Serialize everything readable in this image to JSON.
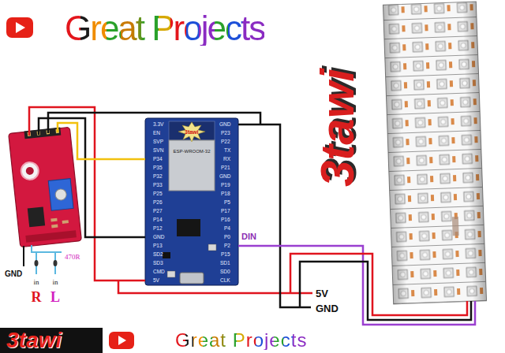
{
  "diagram": {
    "title": "Great Projects",
    "nodes": [
      {
        "text": [
          "ESP-WROOM-32",
          "3tawi",
          "3.3V",
          "EN",
          "SVP",
          "SVN",
          "P34",
          "P35",
          "P32",
          "P33",
          "P25",
          "P26",
          "P27",
          "P14",
          "P12",
          "GND",
          "P13",
          "SD2",
          "SD3",
          "CMD",
          "5V",
          "GND",
          "P23",
          "P22",
          "TX",
          "RX",
          "P21",
          "GND",
          "P19",
          "P18",
          "P5",
          "P17",
          "P16",
          "P4",
          "P0",
          "P2",
          "P15",
          "SD1",
          "SD0",
          "CLK"
        ]
      }
    ],
    "labels": [
      "3tawi",
      "GND",
      "470R",
      "in",
      "in",
      "R",
      "L",
      "DIN",
      "5V",
      "GND",
      "3tawi",
      "Great Projects"
    ]
  }
}
